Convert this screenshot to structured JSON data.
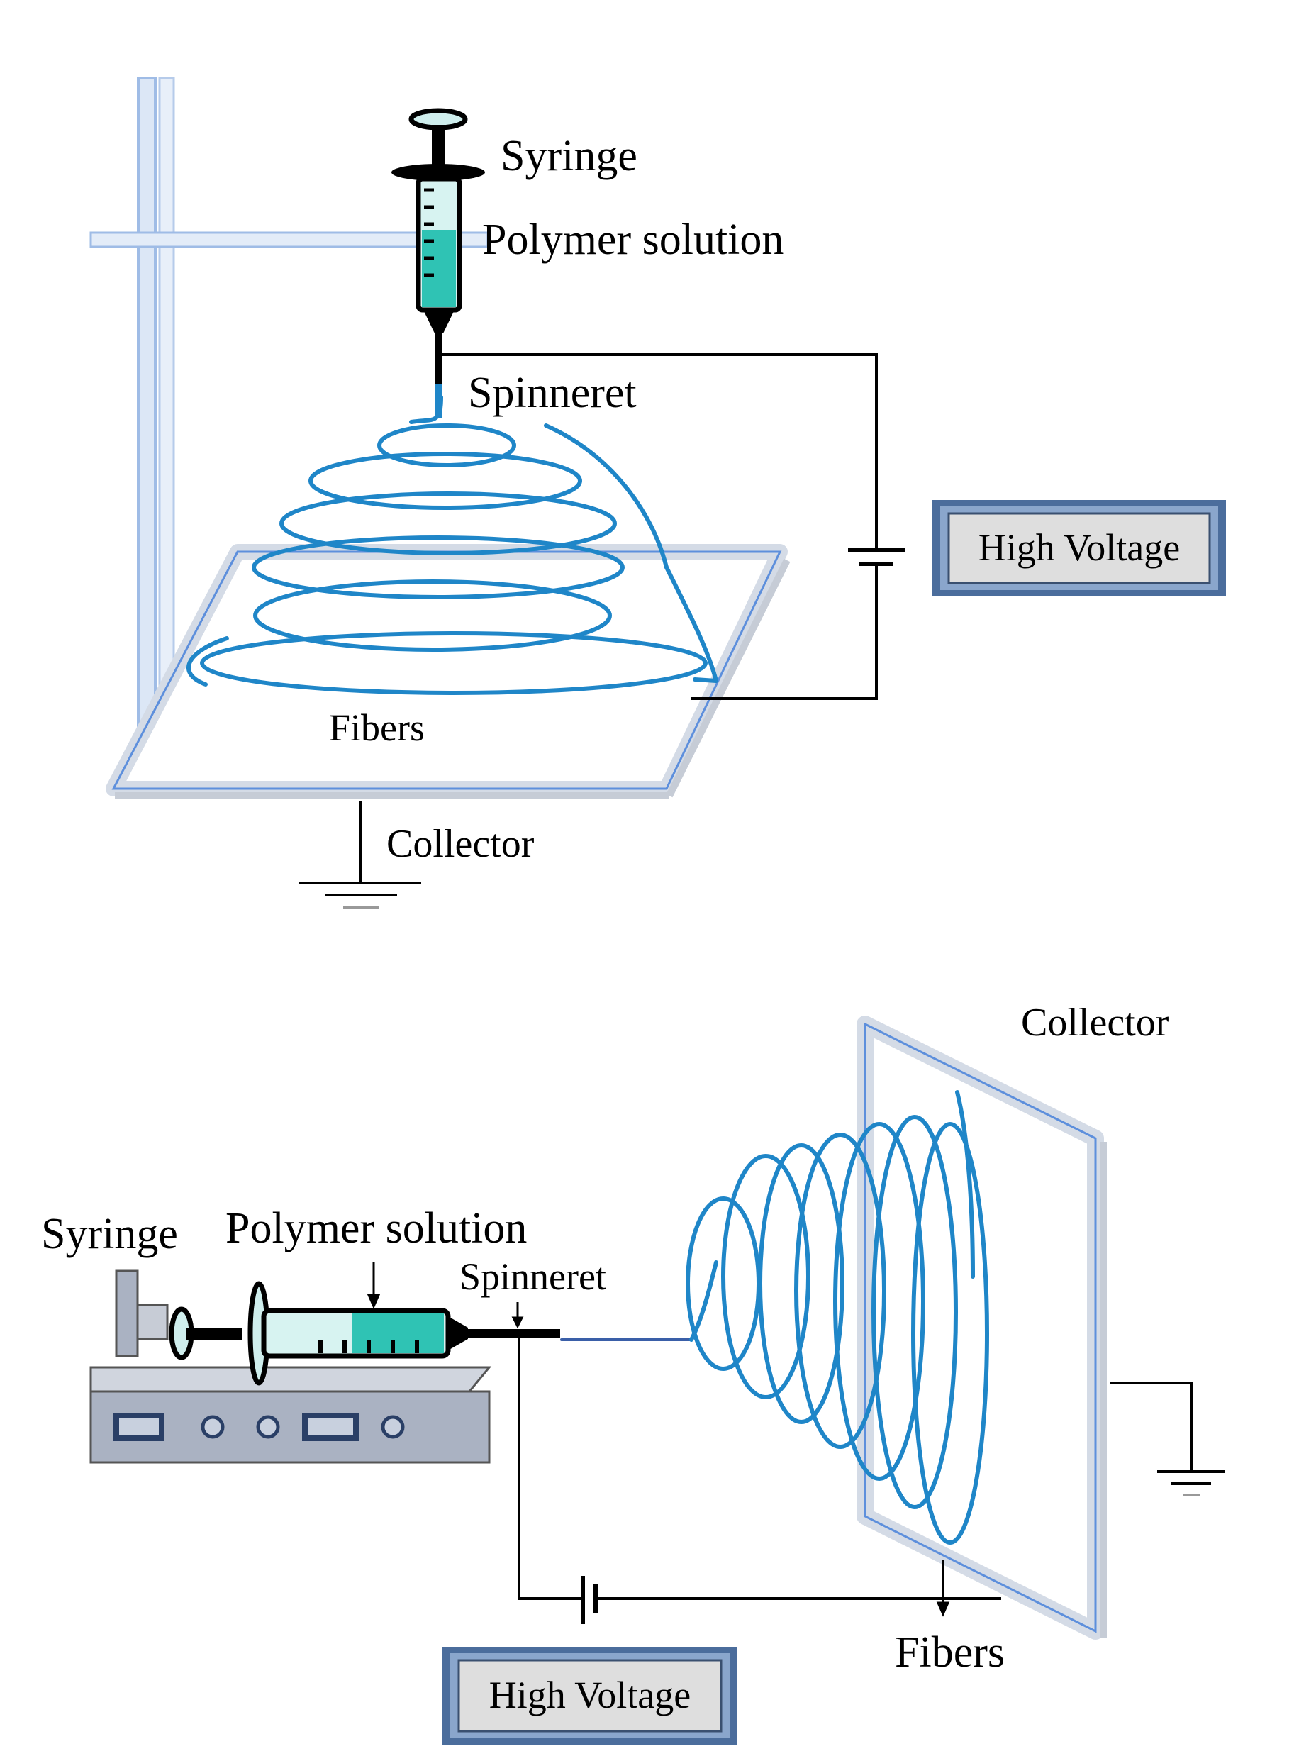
{
  "top_setup": {
    "syringe_label": "Syringe",
    "polymer_label": "Polymer solution",
    "spinneret_label": "Spinneret",
    "fibers_label": "Fibers",
    "collector_label": "Collector",
    "high_voltage_label": "High Voltage"
  },
  "bottom_setup": {
    "syringe_label": "Syringe",
    "polymer_label": "Polymer solution",
    "spinneret_label": "Spinneret",
    "fibers_label": "Fibers",
    "collector_label": "Collector",
    "high_voltage_label": "High Voltage"
  },
  "colors": {
    "fiber": "#1f86c8",
    "stand": "#c8d8ee",
    "stand_edge": "#5d8fdc",
    "solution": "#2fc3b4",
    "button_fill": "#dedede",
    "button_border": "#4b6d9c",
    "pump_body": "#aab2c2"
  },
  "icons": [
    "syringe-icon",
    "ground-icon",
    "battery-icon",
    "syringe-pump-icon"
  ]
}
